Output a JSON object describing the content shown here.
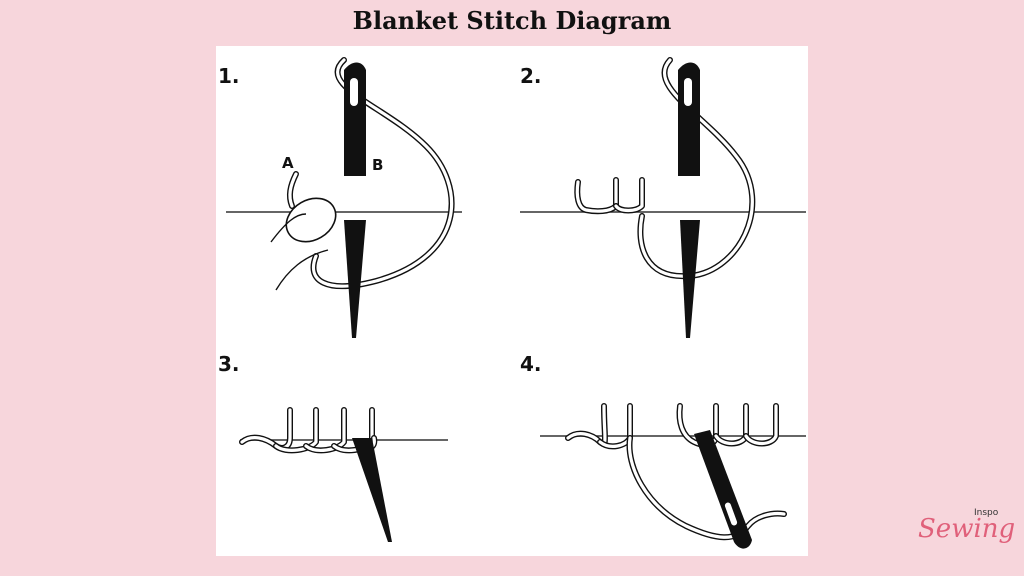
{
  "title": "Blanket Stitch Diagram",
  "steps": [
    {
      "number": "1.",
      "labels": {
        "a": "A",
        "b": "B"
      }
    },
    {
      "number": "2."
    },
    {
      "number": "3."
    },
    {
      "number": "4."
    }
  ],
  "logo": {
    "text": "Sewing",
    "sub": "Inspo"
  },
  "colors": {
    "background": "#f7d6dc",
    "panel": "#ffffff",
    "ink": "#111111",
    "logo": "#e0607a"
  }
}
